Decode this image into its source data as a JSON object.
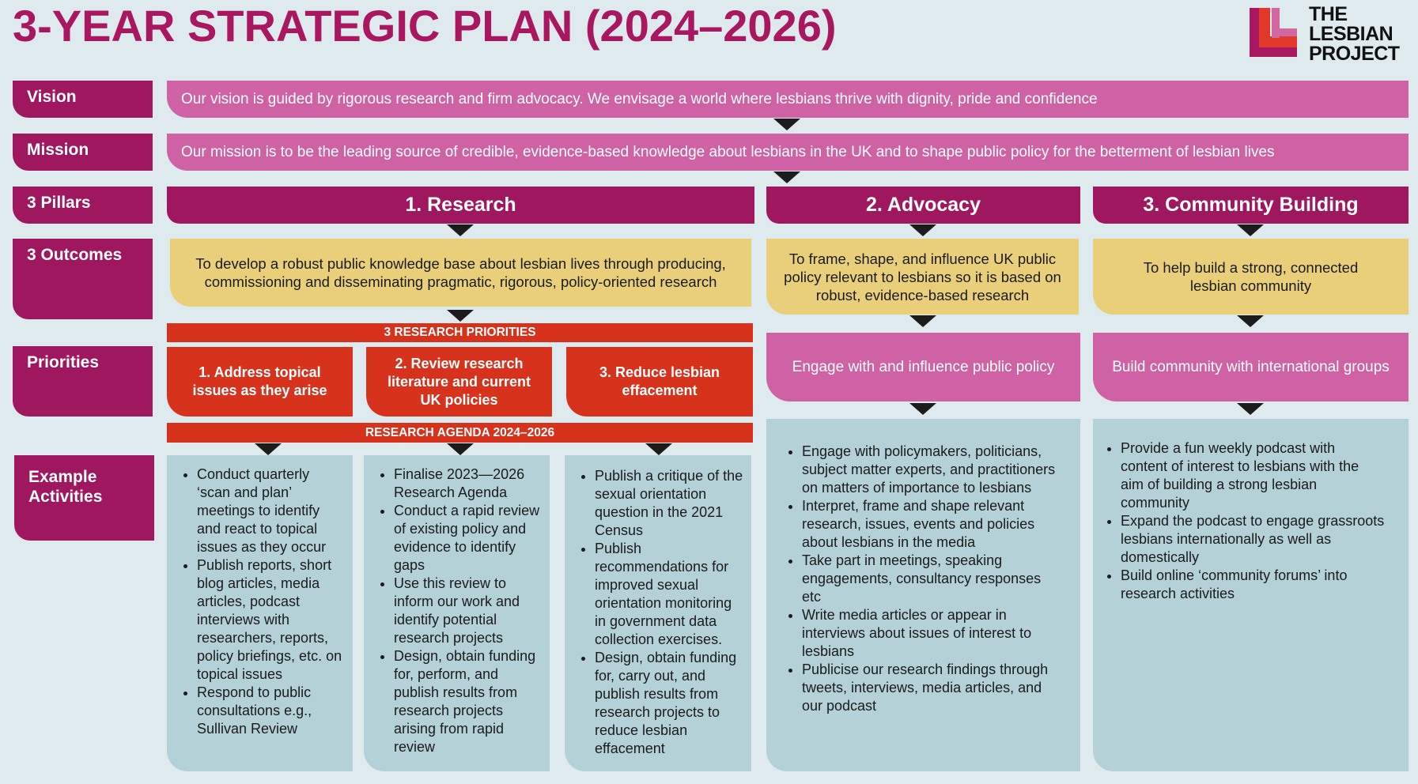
{
  "colors": {
    "title": "#a8175f",
    "plum": "#9e175f",
    "pink": "#cf62a4",
    "yellow": "#e9cf7a",
    "red": "#d6321c",
    "blue": "#b4d1d7",
    "background": "#dfeaee"
  },
  "header": {
    "title": "3-YEAR STRATEGIC PLAN (2024–2026)",
    "logo_lines": [
      "THE",
      "LESBIAN",
      "PROJECT"
    ]
  },
  "row_labels": {
    "vision": "Vision",
    "mission": "Mission",
    "pillars": "3 Pillars",
    "outcomes": "3 Outcomes",
    "priorities": "Priorities",
    "activities_line1": "Example",
    "activities_line2": "Activities"
  },
  "vision_text": "Our vision is guided by rigorous research and firm advocacy. We envisage a world where lesbians thrive with dignity, pride and confidence",
  "mission_text": "Our mission is to be the leading source of credible, evidence-based knowledge about lesbians in the UK and to shape public policy for the betterment of lesbian lives",
  "pillars": {
    "research": "1. Research",
    "advocacy": "2. Advocacy",
    "community": "3. Community Building"
  },
  "outcomes": {
    "research": "To develop a robust public knowledge base about lesbian lives through producing, commissioning and disseminating pragmatic, rigorous, policy-oriented research",
    "advocacy": "To frame, shape, and influence UK public policy relevant to lesbians so it is based on robust, evidence-based research",
    "community": "To help build a strong, connected lesbian community"
  },
  "research_priorities_header": "3 RESEARCH PRIORITIES",
  "research_priorities": [
    "1. Address topical issues as they arise",
    "2. Review research literature and current UK policies",
    "3. Reduce lesbian effacement"
  ],
  "research_agenda_header": "RESEARCH AGENDA 2024–2026",
  "advocacy_priority": "Engage with and influence public policy",
  "community_priority": "Build community with international groups",
  "activities": {
    "research_1": [
      "Conduct quarterly ‘scan and plan’ meetings to identify and react to topical issues as they occur",
      "Publish reports, short blog articles, media articles, podcast interviews with researchers, reports, policy briefings, etc. on topical issues",
      "Respond to public consultations e.g., Sullivan Review"
    ],
    "research_2": [
      "Finalise 2023—2026 Research Agenda",
      "Conduct a rapid review of existing policy and evidence to identify gaps",
      "Use this review to inform our work and identify potential research projects",
      "Design, obtain funding for, perform, and publish results from research projects arising from rapid review"
    ],
    "research_3": [
      "Publish a critique of the sexual orientation question in the 2021 Census",
      "Publish recommendations for improved sexual orientation monitoring in government data collection exercises.",
      "Design, obtain funding for, carry out, and publish results from research projects to reduce lesbian effacement"
    ],
    "advocacy": [
      "Engage with policymakers, politicians, subject matter experts, and practitioners on matters of importance to lesbians",
      "Interpret, frame and shape relevant research, issues, events and policies about lesbians in the media",
      "Take part in meetings, speaking engagements, consultancy responses etc",
      "Write media articles or appear in interviews about issues of interest to lesbians",
      "Publicise our research findings through tweets, interviews, media articles, and our podcast"
    ],
    "community": [
      "Provide a fun weekly podcast with content of interest to lesbians with the aim of building a strong lesbian community",
      "Expand the podcast to engage grassroots lesbians internationally as well as domestically",
      "Build online ‘community forums’ into research activities"
    ]
  }
}
